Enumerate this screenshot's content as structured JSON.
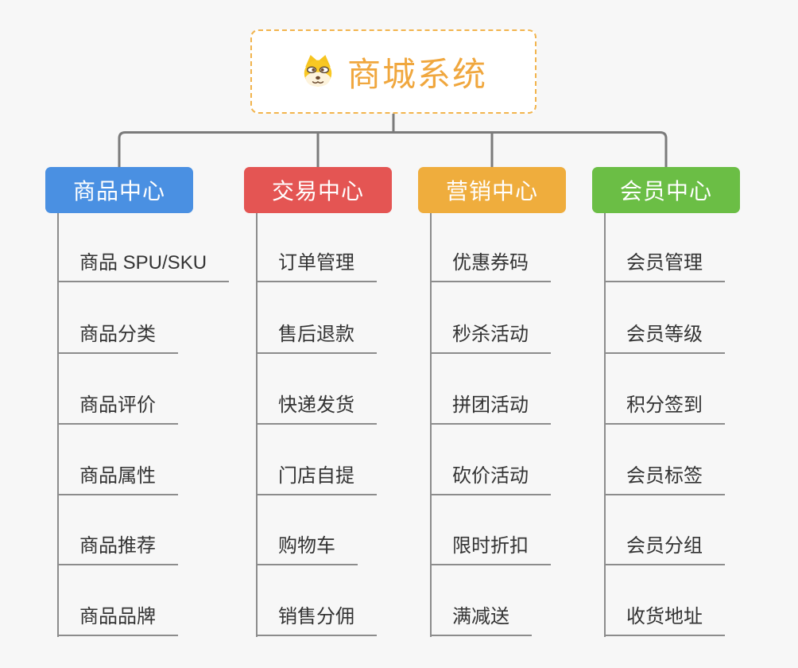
{
  "page": {
    "background_color": "#f7f7f7",
    "line_color": "#8c8c8c",
    "connector_color": "#7b7b7b"
  },
  "root": {
    "title": "商城系统",
    "icon": "doge-icon",
    "text_color": "#f0a73e",
    "border_color": "#f2b44d"
  },
  "branches": [
    {
      "label": "商品中心",
      "color": "#4a90e2",
      "items": [
        "商品 SPU/SKU",
        "商品分类",
        "商品评价",
        "商品属性",
        "商品推荐",
        "商品品牌"
      ]
    },
    {
      "label": "交易中心",
      "color": "#e45553",
      "items": [
        "订单管理",
        "售后退款",
        "快递发货",
        "门店自提",
        "购物车",
        "销售分佣"
      ]
    },
    {
      "label": "营销中心",
      "color": "#efad3d",
      "items": [
        "优惠券码",
        "秒杀活动",
        "拼团活动",
        "砍价活动",
        "限时折扣",
        "满减送"
      ]
    },
    {
      "label": "会员中心",
      "color": "#6bbe45",
      "items": [
        "会员管理",
        "会员等级",
        "积分签到",
        "会员标签",
        "会员分组",
        "收货地址"
      ]
    }
  ]
}
